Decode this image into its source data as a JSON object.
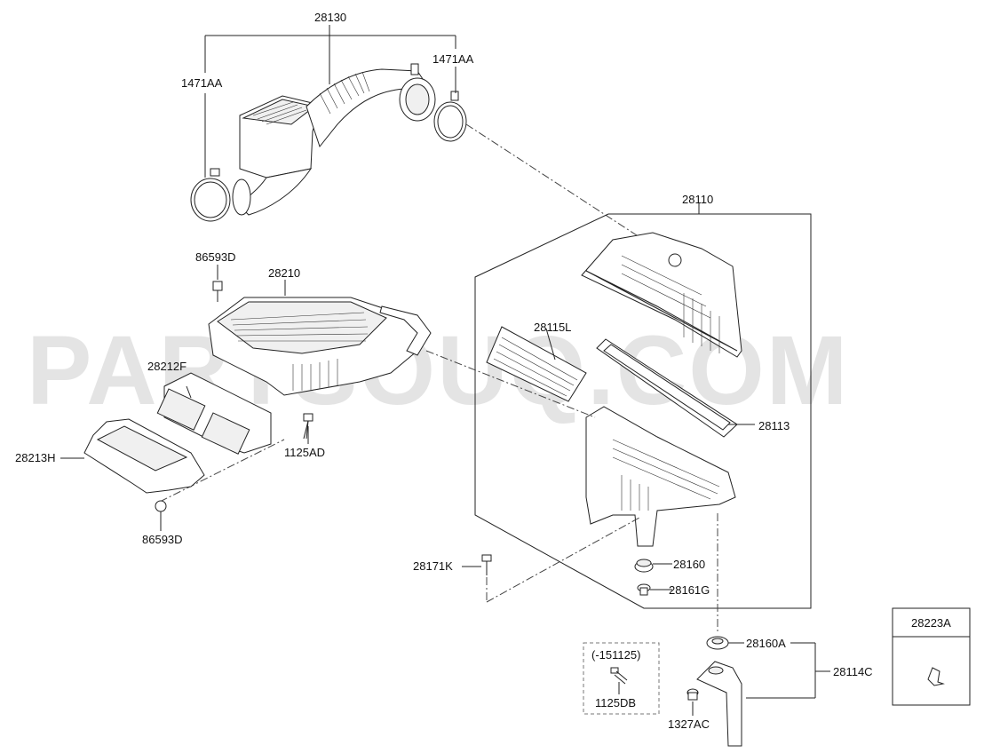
{
  "watermark": "PARTSOUQ.COM",
  "parts": {
    "p28130": "28130",
    "p1471AA_left": "1471AA",
    "p1471AA_right": "1471AA",
    "p28110": "28110",
    "p86593D_top": "86593D",
    "p28210": "28210",
    "p28115L": "28115L",
    "p28212F": "28212F",
    "p28113": "28113",
    "p1125AD": "1125AD",
    "p28213H": "28213H",
    "p86593D_bottom": "86593D",
    "p28171K": "28171K",
    "p28160": "28160",
    "p28161G": "28161G",
    "p28160A": "28160A",
    "p28114C": "28114C",
    "p1327AC": "1327AC",
    "p1125DB": "1125DB",
    "p28223A": "28223A"
  },
  "inset": {
    "date_note": "(-151125)"
  }
}
